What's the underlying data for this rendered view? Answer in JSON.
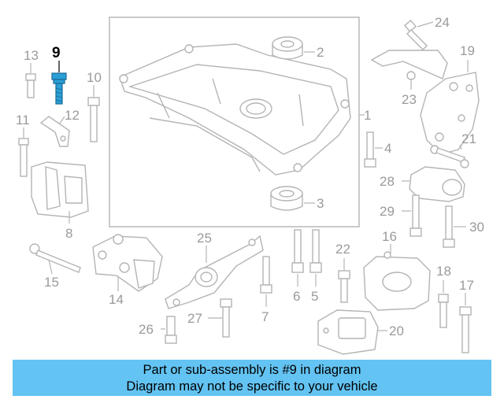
{
  "diagram": {
    "highlighted_part": "9",
    "callouts": [
      "1",
      "2",
      "3",
      "4",
      "5",
      "6",
      "7",
      "8",
      "9",
      "10",
      "11",
      "12",
      "13",
      "14",
      "15",
      "16",
      "17",
      "18",
      "19",
      "20",
      "21",
      "22",
      "23",
      "24",
      "25",
      "26",
      "27",
      "28",
      "29",
      "30"
    ],
    "colors": {
      "highlight": "#2a9fd6",
      "line": "#b4b4b4",
      "label": "#9a9a9a",
      "banner": "#63c3f2"
    }
  },
  "banner": {
    "line1": "Part or sub-assembly is #9 in diagram",
    "line2": "Diagram may not be specific to your vehicle"
  }
}
